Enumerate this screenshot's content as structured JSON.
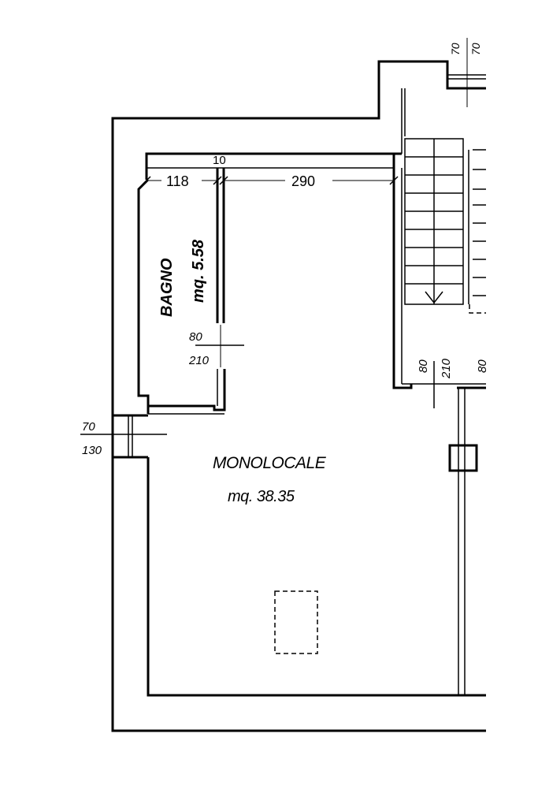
{
  "rooms": {
    "bagno": {
      "name": "BAGNO",
      "area": "mq. 5.58"
    },
    "monolocale": {
      "name": "MONOLOCALE",
      "area": "mq. 38.35"
    }
  },
  "dimensions": {
    "bagno_width": "118",
    "main_width": "290",
    "wall_thickness": "10",
    "top_a": "70",
    "top_b": "70",
    "door_bagno_w": "80",
    "door_bagno_h": "210",
    "window_left_w": "70",
    "window_left_h": "130",
    "door_right_w": "80",
    "door_right_h": "210",
    "door_right_w2": "80"
  }
}
